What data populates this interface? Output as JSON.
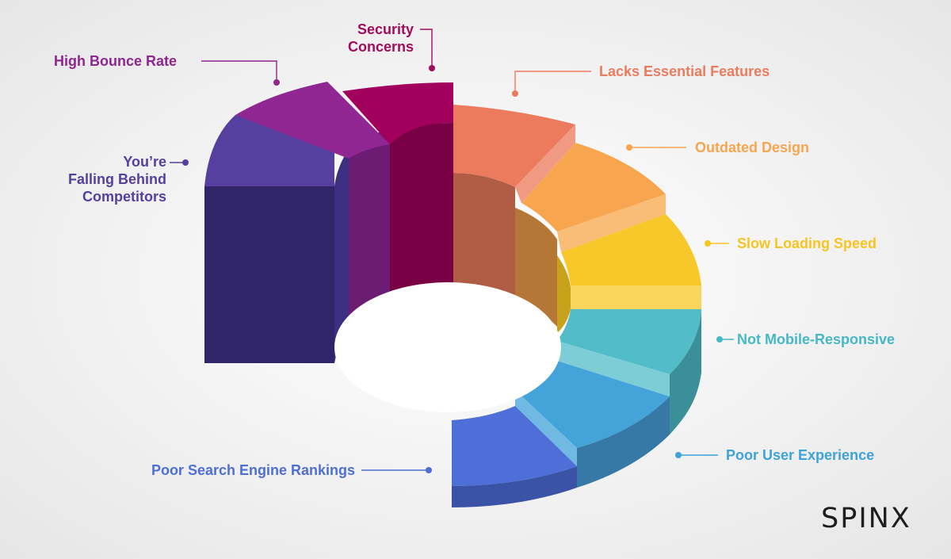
{
  "brand": {
    "name": "SPINX"
  },
  "reasons": [
    {
      "key": "competitors",
      "lines": [
        "You’re",
        "Falling Behind",
        "Competitors"
      ],
      "color": "#55409e"
    },
    {
      "key": "bounce",
      "lines": [
        "High Bounce Rate"
      ],
      "color": "#8e2591"
    },
    {
      "key": "security",
      "lines": [
        "Security",
        "Concerns"
      ],
      "color": "#a10c5c"
    },
    {
      "key": "features",
      "lines": [
        "Lacks Essential Features"
      ],
      "color": "#ec7b5e"
    },
    {
      "key": "outdated",
      "lines": [
        "Outdated Design"
      ],
      "color": "#f7a54f"
    },
    {
      "key": "loading",
      "lines": [
        "Slow Loading Speed"
      ],
      "color": "#f6c520"
    },
    {
      "key": "mobile",
      "lines": [
        "Not Mobile-Responsive"
      ],
      "color": "#47b8c6"
    },
    {
      "key": "ux",
      "lines": [
        "Poor User Experience"
      ],
      "color": "#3fa2d8"
    },
    {
      "key": "seo",
      "lines": [
        "Poor Search Engine Rankings"
      ],
      "color": "#4d6fd6"
    }
  ]
}
